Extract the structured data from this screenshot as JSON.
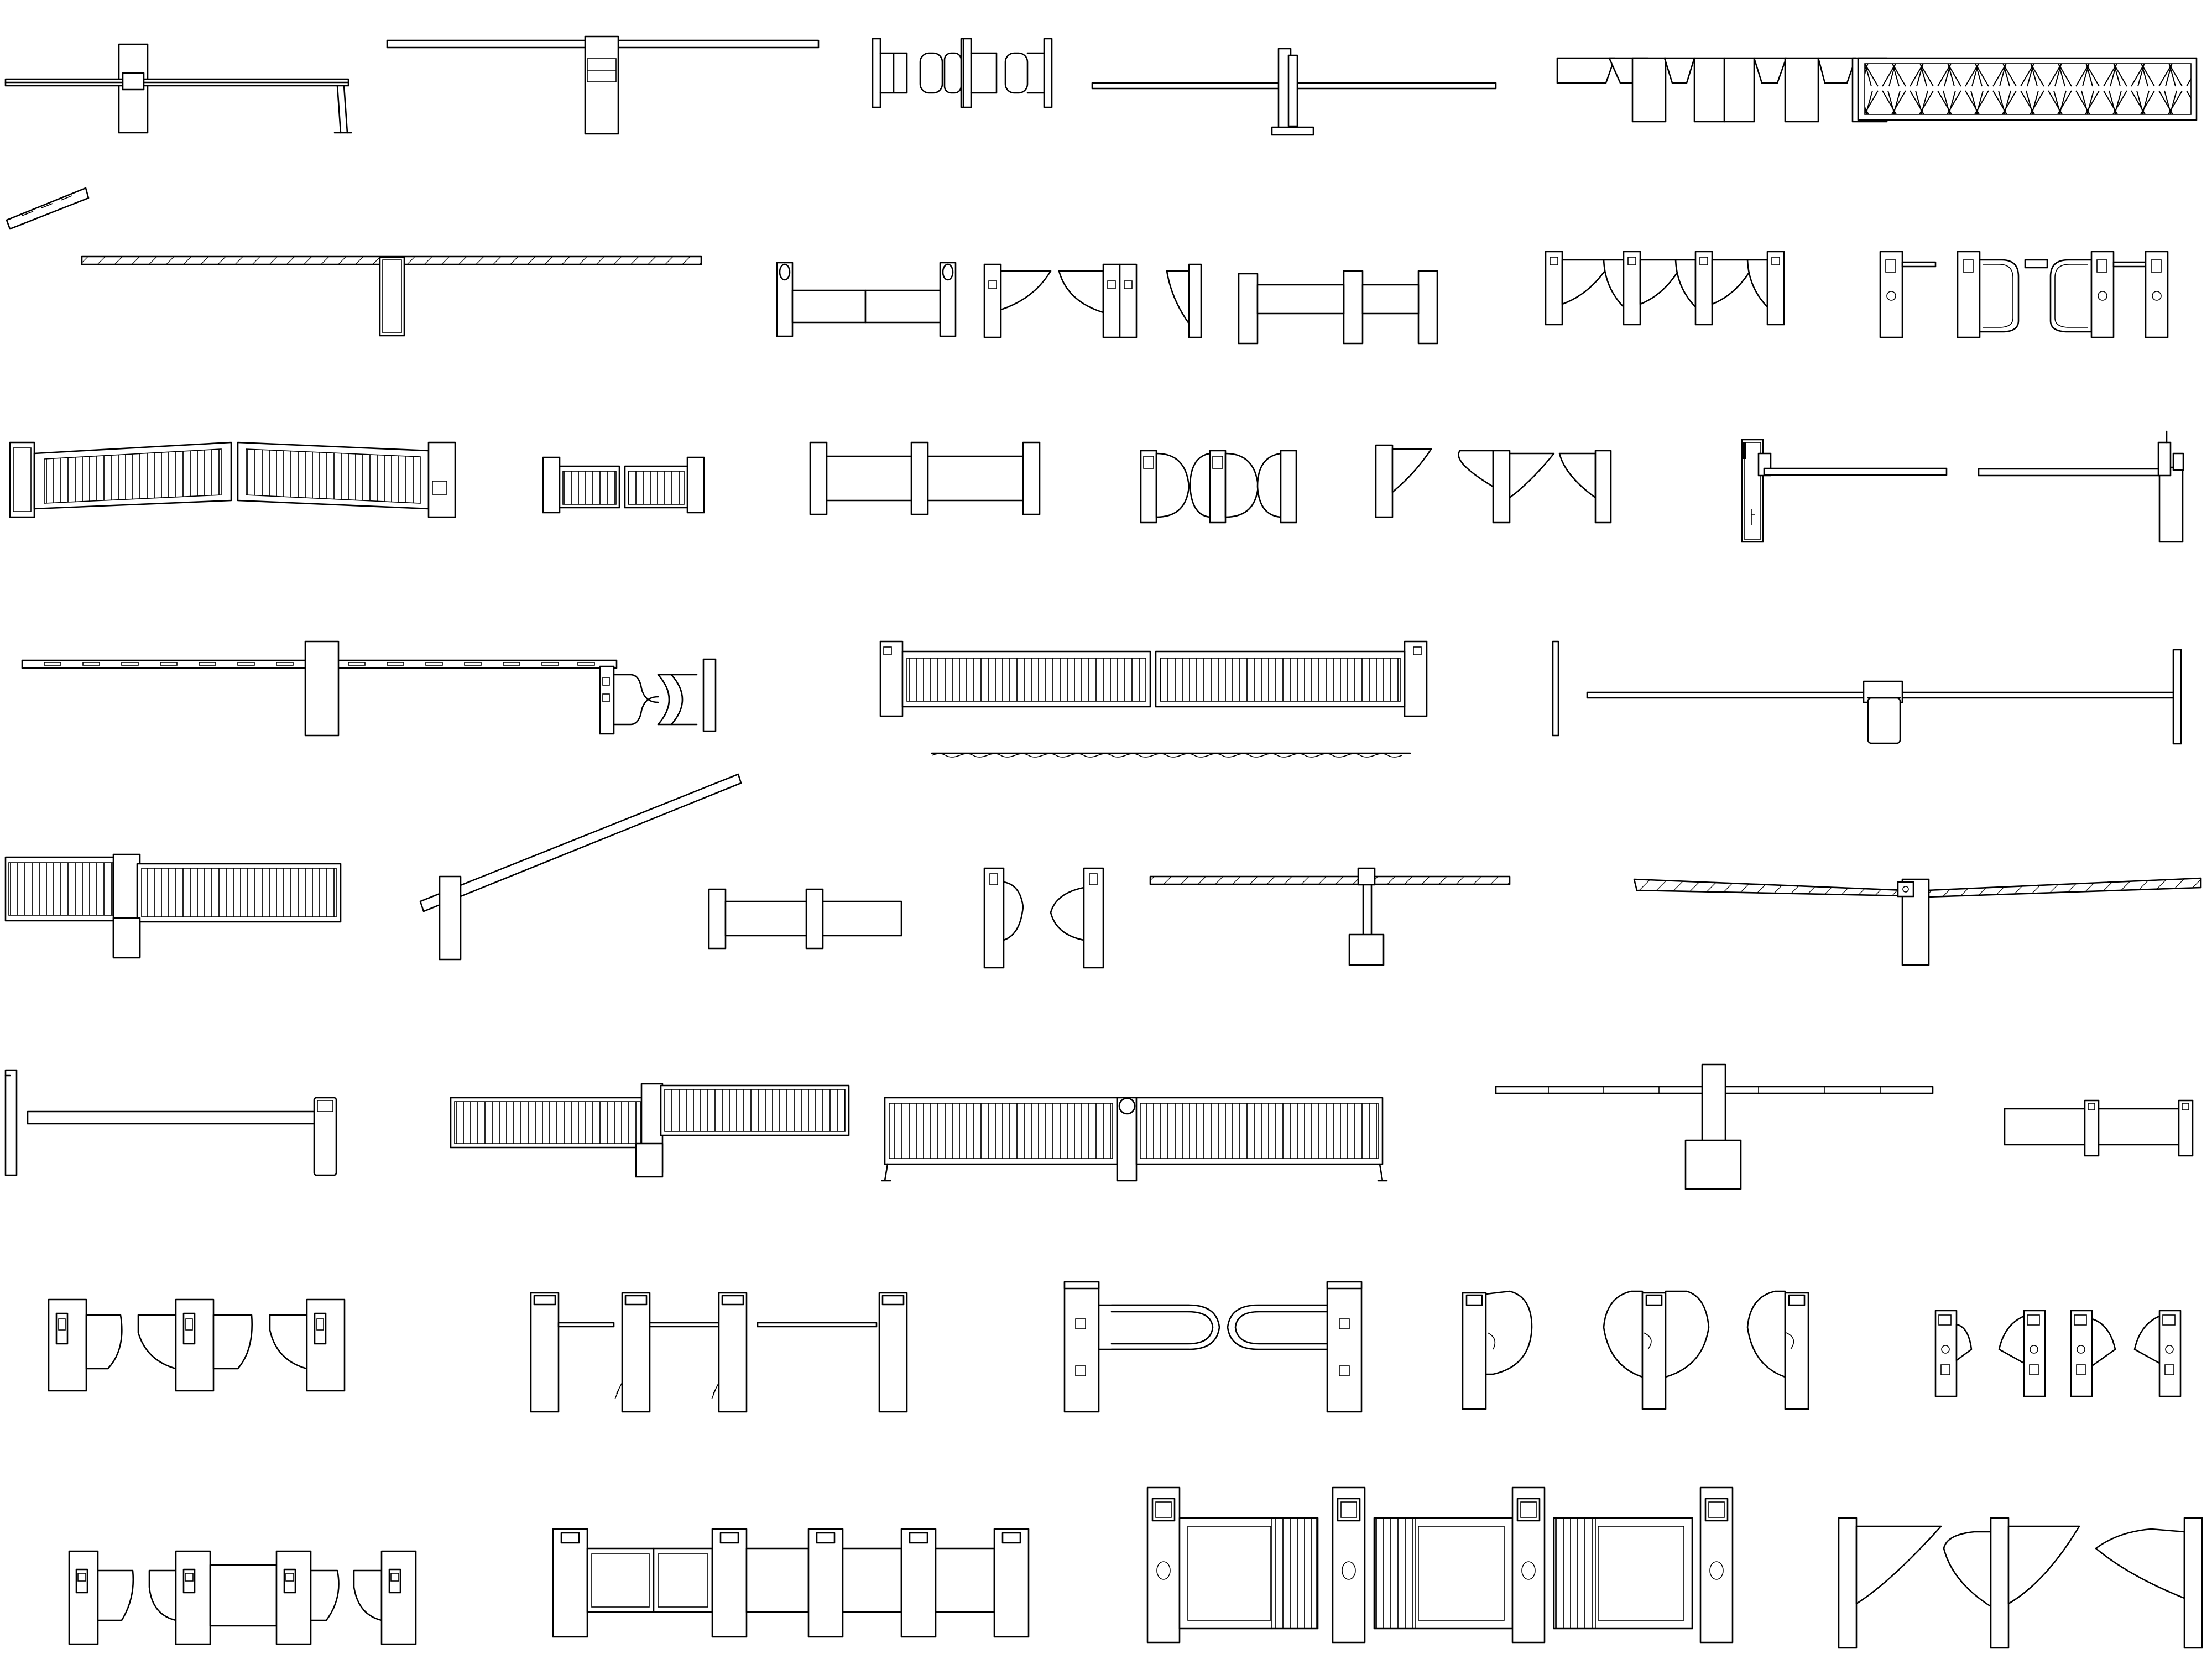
{
  "drawing": {
    "background": "#ffffff",
    "line_color": "#000000",
    "style": "black line-art elevations on white",
    "grid_rows": 8
  },
  "library": [
    {
      "name": "barrier-gate-with-support-leg",
      "row": 1
    },
    {
      "name": "barrier-gate-long-boom",
      "row": 1
    },
    {
      "name": "swing-gate-pair",
      "row": 1
    },
    {
      "name": "barrier-gate-slim-post",
      "row": 1
    },
    {
      "name": "flap-barrier-lane-set",
      "row": 1
    },
    {
      "name": "folding-fence-gate-panel",
      "row": 1
    },
    {
      "name": "raised-boom-stub",
      "row": 2
    },
    {
      "name": "striped-boom-barrier",
      "row": 2
    },
    {
      "name": "swing-gate-round-top",
      "row": 2
    },
    {
      "name": "wing-gate-pair",
      "row": 2
    },
    {
      "name": "swing-gate-short",
      "row": 2
    },
    {
      "name": "wing-gate-triple",
      "row": 2
    },
    {
      "name": "tripod-and-swing-gate-set",
      "row": 2
    },
    {
      "name": "sliding-fence-gate-pair",
      "row": 3
    },
    {
      "name": "small-fence-gate",
      "row": 3
    },
    {
      "name": "swing-gate-wide",
      "row": 3
    },
    {
      "name": "half-round-flap-gate",
      "row": 3
    },
    {
      "name": "triangular-wing-gate",
      "row": 3
    },
    {
      "name": "barrier-gate-left-boom",
      "row": 3
    },
    {
      "name": "barrier-gate-right-boom",
      "row": 3
    },
    {
      "name": "slotted-boom-with-swing-gate",
      "row": 4
    },
    {
      "name": "retractable-fence-gate",
      "row": 4
    },
    {
      "name": "barrier-with-end-posts",
      "row": 4
    },
    {
      "name": "sliding-fence-gate",
      "row": 5
    },
    {
      "name": "raised-boom-barrier",
      "row": 5
    },
    {
      "name": "swing-gate-single",
      "row": 5
    },
    {
      "name": "flap-gate-pair",
      "row": 5
    },
    {
      "name": "hatched-boom-barrier",
      "row": 5
    },
    {
      "name": "wide-hatched-boom-barrier",
      "row": 5
    },
    {
      "name": "barrier-gate-long-arm",
      "row": 6
    },
    {
      "name": "sliding-fence-gate-with-base",
      "row": 6
    },
    {
      "name": "folding-fence-gate",
      "row": 6
    },
    {
      "name": "double-boom-barrier",
      "row": 6
    },
    {
      "name": "swing-gate-compact",
      "row": 6
    },
    {
      "name": "flap-barrier-triple",
      "row": 7
    },
    {
      "name": "tripod-turnstile-set",
      "row": 7
    },
    {
      "name": "swing-gate-pair-loop",
      "row": 7
    },
    {
      "name": "wing-gate-round",
      "row": 7
    },
    {
      "name": "flap-barrier-small-set",
      "row": 7
    },
    {
      "name": "flap-barrier-quad",
      "row": 8
    },
    {
      "name": "swing-gate-glass-row",
      "row": 8
    },
    {
      "name": "speed-gate-glass",
      "row": 8
    },
    {
      "name": "wing-gate-large",
      "row": 8
    }
  ]
}
